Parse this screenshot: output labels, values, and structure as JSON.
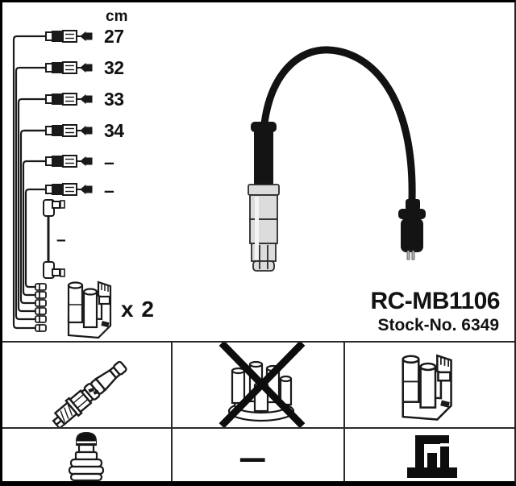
{
  "header": {
    "unit": "cm"
  },
  "cables": {
    "rows": [
      {
        "length": "27"
      },
      {
        "length": "32"
      },
      {
        "length": "33"
      },
      {
        "length": "34"
      },
      {
        "length": "–"
      },
      {
        "length": "–"
      }
    ],
    "vertical_cable_length": "–",
    "coil_quantity_label": "x 2"
  },
  "product": {
    "model": "RC-MB1106",
    "stock": "Stock-No. 6349"
  },
  "compat_table": {
    "row2_col2_value": "–",
    "icons": {
      "r1c1": "spark-plug-icon",
      "r1c2": "distributor-cap-crossed-icon",
      "r1c3": "ignition-coil-icon",
      "r2c1": "terminal-nut-icon",
      "r2c3": "coil-terminal-icon"
    }
  },
  "diagram_icons": {
    "cable_set": "cable-set-ladder-diagram",
    "coil": "ignition-coil-icon",
    "photo": "ignition-cable-photo"
  },
  "colors": {
    "ink": "#1a1a1a",
    "metal_light": "#dcdcdc",
    "metal_highlight": "#f4f4f4",
    "boot_black": "#141414",
    "background": "#ffffff"
  }
}
